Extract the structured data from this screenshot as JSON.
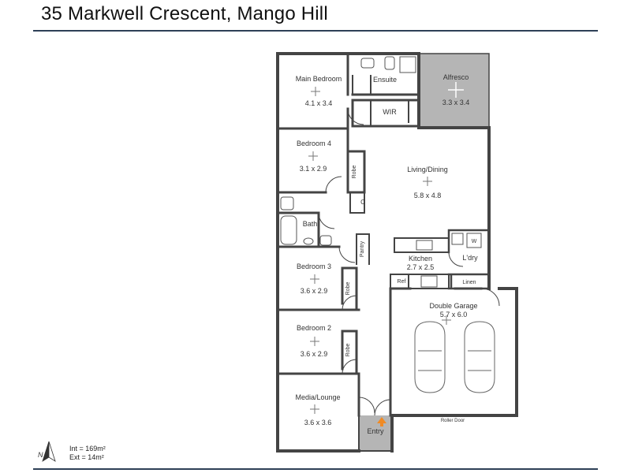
{
  "header": {
    "title": "35 Markwell Crescent, Mango Hill"
  },
  "rooms": {
    "main_bedroom": {
      "name": "Main Bedroom",
      "size": "4.1 x 3.4"
    },
    "ensuite": {
      "name": "Ensuite"
    },
    "wir": {
      "name": "WIR"
    },
    "alfresco": {
      "name": "Alfresco",
      "size": "3.3 x 3.4"
    },
    "bedroom4": {
      "name": "Bedroom 4",
      "size": "3.1 x 2.9"
    },
    "robe_b4": {
      "name": "Robe"
    },
    "living": {
      "name": "Living/Dining",
      "size": "5.8 x 4.8"
    },
    "cupboard": {
      "name": "C"
    },
    "bath": {
      "name": "Bath"
    },
    "pantry": {
      "name": "Pantry"
    },
    "kitchen": {
      "name": "Kitchen",
      "size": "2.7 x 2.5"
    },
    "laundry": {
      "name": "L'dry"
    },
    "washer": {
      "name": "W"
    },
    "bedroom3": {
      "name": "Bedroom 3",
      "size": "3.6 x 2.9"
    },
    "robe_b3": {
      "name": "Robe"
    },
    "fridge": {
      "name": "Ref"
    },
    "linen": {
      "name": "Linen"
    },
    "garage": {
      "name": "Double Garage",
      "size": "5.7 x 6.0"
    },
    "bedroom2": {
      "name": "Bedroom 2",
      "size": "3.6 x 2.9"
    },
    "robe_b2": {
      "name": "Robe"
    },
    "media": {
      "name": "Media/Lounge",
      "size": "3.6 x 3.6"
    },
    "entry": {
      "name": "Entry"
    },
    "roller_door": {
      "name": "Roller Door"
    }
  },
  "legend": {
    "north": "N",
    "internal_area": "Int = 169m²",
    "external_area": "Ext = 14m²"
  },
  "colors": {
    "wall": "#444444",
    "shaded": "#b5b5b5",
    "rule": "#2e4057",
    "entry_arrow": "#f08a24"
  }
}
